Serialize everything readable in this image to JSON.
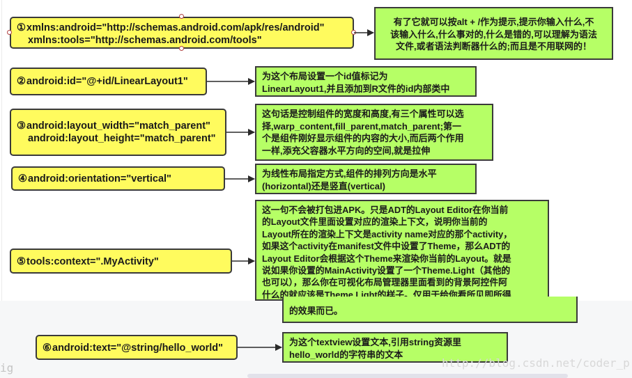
{
  "rows": [
    {
      "num": "①",
      "code_lines": [
        "xmlns:android=\"http://schemas.android.com/apk/res/android\"",
        "xmlns:tools=\"http://schemas.android.com/tools\""
      ],
      "desc_lines": [
        "有了它就可以按alt + /作为提示,提示你输入什么,不",
        "该输入什么,什么事对的,什么是错的,可以理解为语法",
        "文件,或者语法判断器什么的;而且是不用联网的！"
      ]
    },
    {
      "num": "②",
      "code_lines": [
        "android:id=\"@+id/LinearLayout1\""
      ],
      "desc_lines": [
        "为这个布局设置一个id值标记为",
        "LinearLayout1,并且添加到R文件的id内部类中"
      ]
    },
    {
      "num": "③",
      "code_lines": [
        "android:layout_width=\"match_parent\"",
        "android:layout_height=\"match_parent\""
      ],
      "desc_lines": [
        "这句话是控制组件的宽度和高度,有三个属性可以选",
        "择,warp_content,fill_parent,match_parent;第一",
        "个是组件刚好显示组件的内容的大小,而后两个作用",
        "一样,添充父容器水平方向的空间,就是拉伸"
      ]
    },
    {
      "num": "④",
      "code_lines": [
        "android:orientation=\"vertical\""
      ],
      "desc_lines": [
        "为线性布局指定方式,组件的排列方向是水平",
        "(horizontal)还是竖直(vertical)"
      ]
    },
    {
      "num": "⑤",
      "code_lines": [
        "tools:context=\".MyActivity\""
      ],
      "desc_lines": [
        "这一句不会被打包进APK。只是ADT的Layout Editor在你当前",
        "的Layout文件里面设置对应的渲染上下文，说明你当前的",
        "Layout所在的渲染上下文是activity name对应的那个activity，",
        "如果这个activity在manifest文件中设置了Theme，那么ADT的",
        "Layout Editor会根据这个Theme来渲染你当前的Layout。就是",
        "说如果你设置的MainActivity设置了一个Theme.Light（其他的",
        "也可以），那么你在可视化布局管理器里面看到的背景阿控件阿",
        "什么的就应该是Theme.Light的样子。仅用于给你看所见即所得"
      ],
      "desc_cont_lines": [
        "的效果而已。"
      ]
    },
    {
      "num": "⑥",
      "code_lines": [
        "android:text=\"@string/hello_world\""
      ],
      "desc_lines": [
        "为这个textview设置文本,引用string资源里",
        "hello_world的字符串的文本"
      ]
    }
  ],
  "watermark": "http://blog.csdn.net/coder_p",
  "partial_text": "ig",
  "colors": {
    "code_box": "#fffb5e",
    "desc_box": "#b6ff66",
    "border": "#3a3a3a"
  }
}
